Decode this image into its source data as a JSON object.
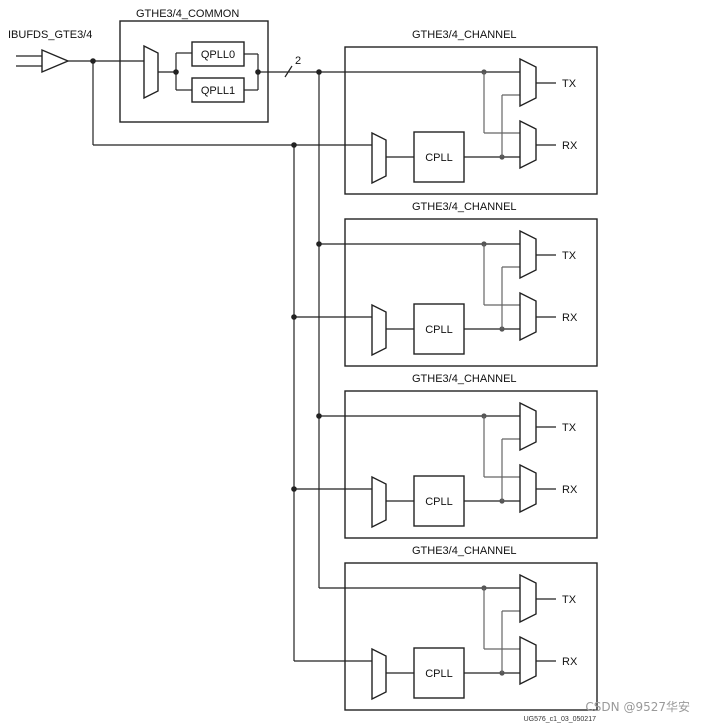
{
  "diagram": {
    "ibufds_label": "IBUFDS_GTE3/4",
    "common": {
      "title": "GTHE3/4_COMMON",
      "qpll0": "QPLL0",
      "qpll1": "QPLL1",
      "bus_width": "2"
    },
    "channels": [
      {
        "title": "GTHE3/4_CHANNEL",
        "cpll": "CPLL",
        "tx": "TX",
        "rx": "RX"
      },
      {
        "title": "GTHE3/4_CHANNEL",
        "cpll": "CPLL",
        "tx": "TX",
        "rx": "RX"
      },
      {
        "title": "GTHE3/4_CHANNEL",
        "cpll": "CPLL",
        "tx": "TX",
        "rx": "RX"
      },
      {
        "title": "GTHE3/4_CHANNEL",
        "cpll": "CPLL",
        "tx": "TX",
        "rx": "RX"
      }
    ],
    "figure_id": "UG576_c1_03_050217",
    "watermark": "CSDN @9527华安"
  }
}
